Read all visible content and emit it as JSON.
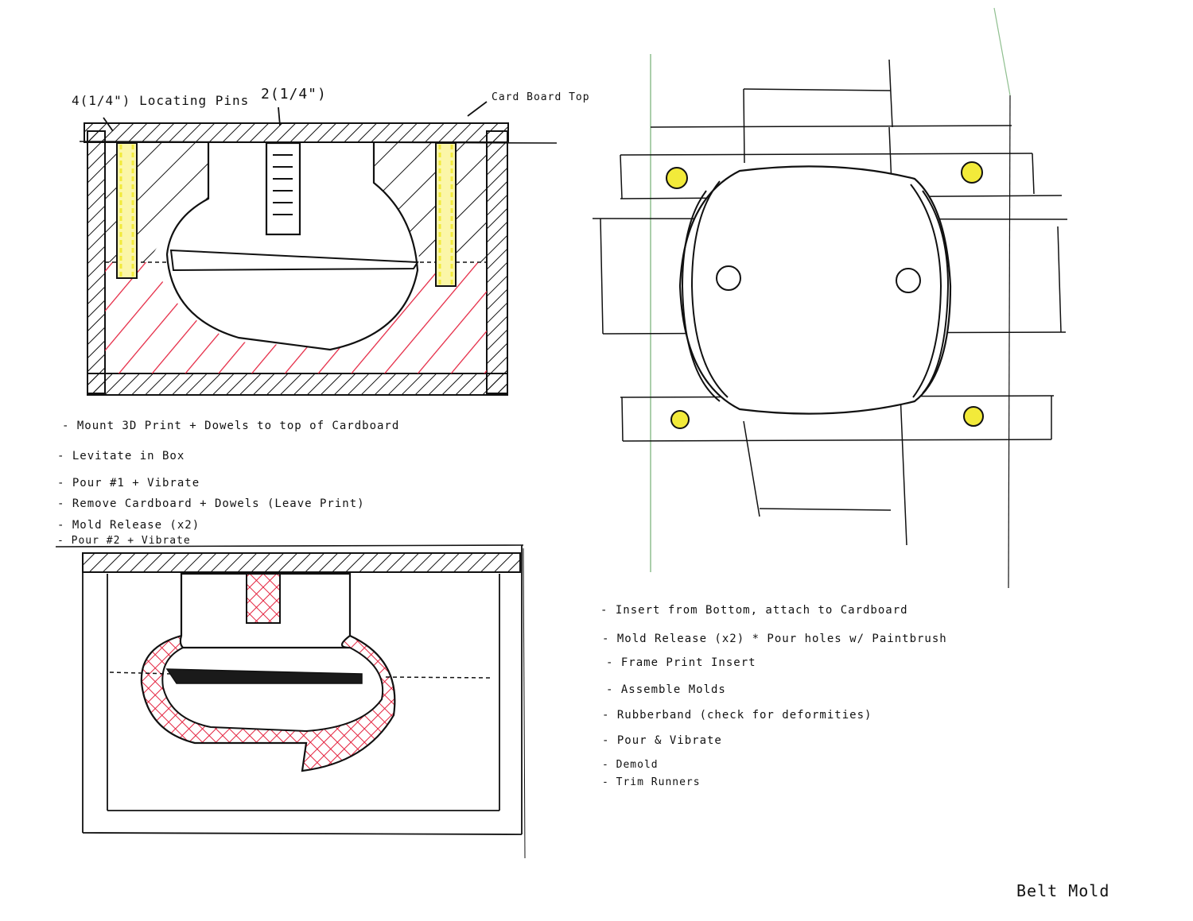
{
  "labels": {
    "locating_pins": "4(1/4\") Locating Pins",
    "dowels": "2(1/4\")",
    "cardboard_top": "Card Board Top",
    "title": "Belt Mold"
  },
  "steps_left": [
    "- Mount 3D Print + Dowels to top of Cardboard",
    "- Levitate in Box",
    "- Pour #1 + Vibrate",
    "- Remove Cardboard + Dowels (Leave Print)",
    "- Mold Release (x2)",
    "- Pour #2 + Vibrate"
  ],
  "steps_right": [
    "- Insert from Bottom, attach to Cardboard",
    "- Mold Release (x2)   * Pour holes w/ Paintbrush",
    "- Frame Print Insert",
    "- Assemble Molds",
    "- Rubberband (check for deformities)",
    "- Pour & Vibrate",
    "- Demold",
    "- Trim Runners"
  ],
  "colors": {
    "ink": "#111111",
    "highlight_yellow": "#f2ea3a",
    "pour_red": "#e4233f",
    "guide_green": "#8fbf8f"
  }
}
